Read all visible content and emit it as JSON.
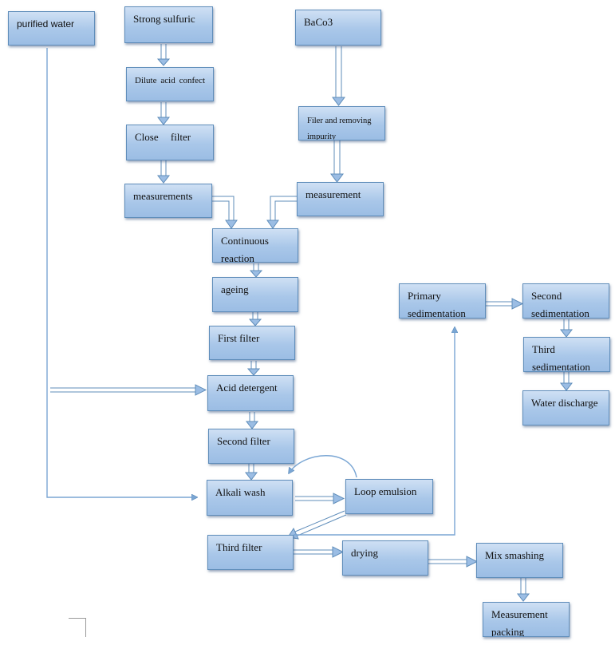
{
  "nodes": {
    "purified_water": "purified water",
    "strong_sulfuric": "Strong sulfuric",
    "baco3": "BaCo3",
    "dilute_acid_confect": "Dilute acid confect",
    "filer_removing_impurity": "Filer and removing impurity",
    "close_filter": "Close filter",
    "measurements": "measurements",
    "measurement": "measurement",
    "continuous_reaction": "Continuous reaction",
    "ageing": "ageing",
    "first_filter": "First filter",
    "acid_detergent": "Acid detergent",
    "second_filter": "Second filter",
    "alkali_wash": "Alkali wash",
    "loop_emulsion": "Loop emulsion",
    "third_filter": "Third filter",
    "drying": "drying",
    "mix_smashing": "Mix smashing",
    "measurement_packing": "Measurement packing",
    "primary_sedimentation": "Primary sedimentation",
    "second_sedimentation": "Second sedimentation",
    "third_sedimentation": "Third sedimentation",
    "water_discharge": "Water discharge"
  },
  "colors": {
    "box_fill_top": "#cfe0f4",
    "box_fill_bottom": "#9bbde4",
    "box_border": "#5f8dba",
    "arrow": "#7aa6d4",
    "arrow_outline": "#5f8dba"
  }
}
